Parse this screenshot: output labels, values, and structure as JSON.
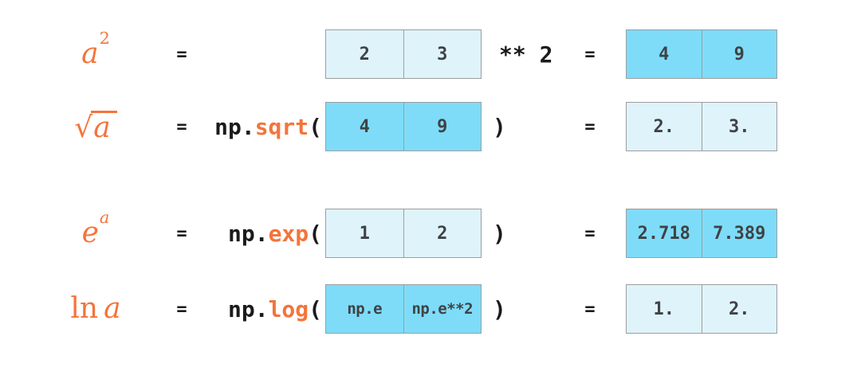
{
  "colors": {
    "accent_orange": "#F4743B",
    "cell_light_blue": "#DFF3FB",
    "cell_dark_blue": "#7EDCF9",
    "cell_border_gray": "#9E9E9E",
    "cell_text_gray": "#3F4245",
    "code_black": "#1B1B1B",
    "background": "#FFFFFF"
  },
  "rows": [
    {
      "name": "square",
      "label": {
        "base": "a",
        "sup": "2"
      },
      "eq1": "=",
      "input": {
        "style": "light",
        "values": [
          "2",
          "3"
        ]
      },
      "operator": "** 2",
      "eq2": "=",
      "result": {
        "style": "dark",
        "values": [
          "4",
          "9"
        ]
      }
    },
    {
      "name": "sqrt",
      "label": {
        "radical": "√",
        "base": "a"
      },
      "eq1": "=",
      "func": {
        "prefix": "np.",
        "name": "sqrt",
        "open": "("
      },
      "input": {
        "style": "dark",
        "values": [
          "4",
          "9"
        ]
      },
      "close": ")",
      "eq2": "=",
      "result": {
        "style": "light",
        "values": [
          "2.",
          "3."
        ]
      }
    },
    {
      "name": "exp",
      "label": {
        "base": "e",
        "sup": "a"
      },
      "eq1": "=",
      "func": {
        "prefix": "np.",
        "name": "exp",
        "open": "("
      },
      "input": {
        "style": "light",
        "values": [
          "1",
          "2"
        ]
      },
      "close": ")",
      "eq2": "=",
      "result": {
        "style": "dark",
        "values": [
          "2.718",
          "7.389"
        ]
      }
    },
    {
      "name": "log",
      "label": {
        "fn": "ln",
        "base": "a"
      },
      "eq1": "=",
      "func": {
        "prefix": "np.",
        "name": "log",
        "open": "("
      },
      "input": {
        "style": "dark",
        "values": [
          "np.e",
          "np.e**2"
        ]
      },
      "close": ")",
      "eq2": "=",
      "result": {
        "style": "light",
        "values": [
          "1.",
          "2."
        ]
      }
    }
  ]
}
